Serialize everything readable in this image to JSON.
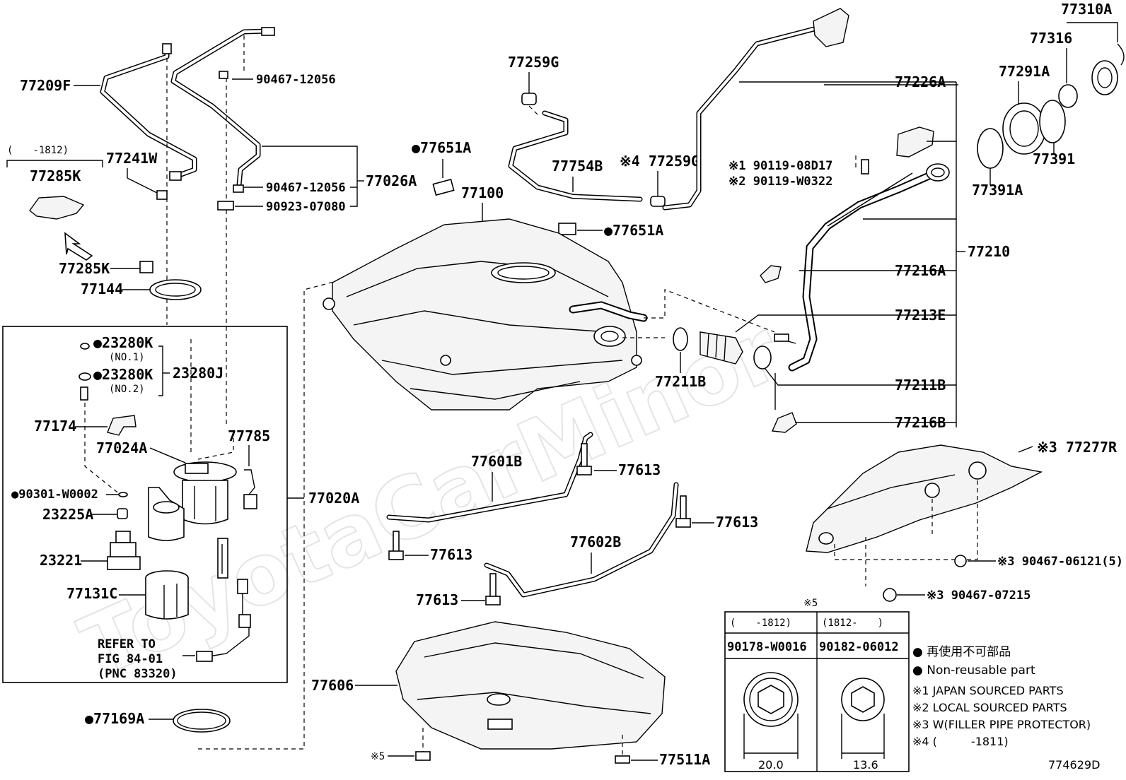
{
  "watermark": "ToyotaCarMinor",
  "diagram_code": "774629D",
  "labels": {
    "p77209F": "77209F",
    "p90467a": "90467-12056",
    "p90467b": "90467-12056",
    "p90923": "90923-07080",
    "p77026A": "77026A",
    "p1812": "(　　-1812)",
    "p77241W": "77241W",
    "p77285Ka": "77285K",
    "p77285Kb": "77285K",
    "p77144": "77144",
    "p23280Ka": "●23280K",
    "no1": "(NO.1)",
    "p23280Kb": "●23280K",
    "no2": "(NO.2)",
    "p23280J": "23280J",
    "p77174": "77174",
    "p77785": "77785",
    "p77024A": "77024A",
    "p90301": "●90301-W0002",
    "p23225A": "23225A",
    "p23221": "23221",
    "p77131C": "77131C",
    "refer1": "REFER TO",
    "refer2": "FIG 84-01",
    "refer3": "(PNC 83320)",
    "p77020A": "77020A",
    "p77169A": "●77169A",
    "p77259G": "77259G",
    "p77754B": "77754B",
    "p4_77259G": "※4 77259G",
    "p77651Aa": "●77651A",
    "p77100": "77100",
    "p77651Ab": "●77651A",
    "p1_90119": "※1 90119-08D17",
    "p2_90119": "※2 90119-W0322",
    "p77226A": "77226A",
    "p77310A": "77310A",
    "p77316": "77316",
    "p77291A": "77291A",
    "p77391": "77391",
    "p77391A": "77391A",
    "p77210": "77210",
    "p77216A": "77216A",
    "p77213E": "77213E",
    "p77211Ba": "77211B",
    "p77211Bb": "77211B",
    "p77216B": "77216B",
    "p3_77277R": "※3 77277R",
    "p77601B": "77601B",
    "p77613a": "77613",
    "p77613b": "77613",
    "p77613c": "77613",
    "p77613d": "77613",
    "p77602B": "77602B",
    "p3_90467_06121": "※3 90467-06121(5)",
    "p3_90467_07215": "※3 90467-07215",
    "p77606": "77606",
    "p5_clip": "※5",
    "p77511A": "77511A"
  },
  "table": {
    "title": "※5",
    "col1_range": "(　　-1812)",
    "col2_range": "(1812-　　)",
    "col1_part": "90178-W0016",
    "col2_part": "90182-06012",
    "col1_dim": "20.0",
    "col2_dim": "13.6"
  },
  "legend": {
    "jp": "● 再使用不可部品",
    "en": "● Non-reusable part",
    "n1": "※1 JAPAN SOURCED PARTS",
    "n2": "※2 LOCAL SOURCED PARTS",
    "n3": "※3 W(FILLER PIPE PROTECTOR)",
    "n4": "※4 (　　　-1811)"
  }
}
